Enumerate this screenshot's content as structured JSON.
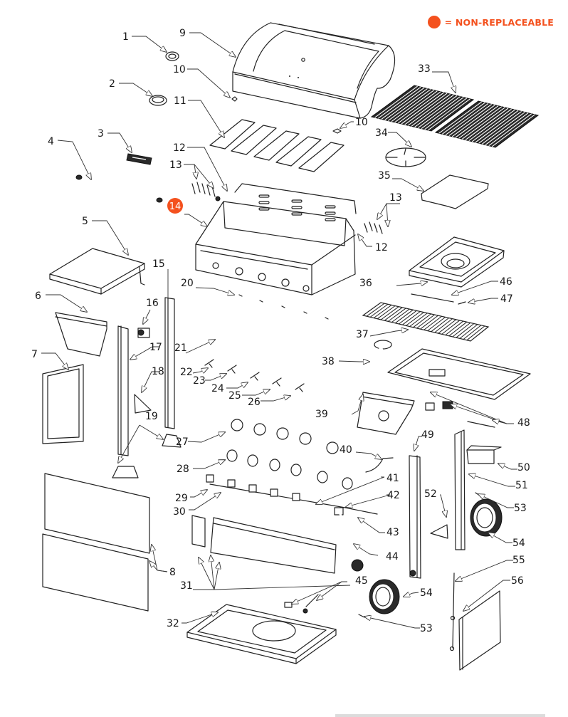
{
  "diagram": {
    "title": "Gas Grill Exploded Parts Diagram",
    "colors": {
      "non_replaceable": "#f4511e",
      "line": "#222222",
      "background": "#ffffff"
    },
    "legend": {
      "marker": "orange-dot-icon",
      "label": "= NON-REPLACEABLE"
    },
    "callouts": [
      {
        "id": "c1",
        "label": "1"
      },
      {
        "id": "c2",
        "label": "2"
      },
      {
        "id": "c3",
        "label": "3"
      },
      {
        "id": "c4",
        "label": "4"
      },
      {
        "id": "c5",
        "label": "5"
      },
      {
        "id": "c6",
        "label": "6"
      },
      {
        "id": "c7",
        "label": "7"
      },
      {
        "id": "c8",
        "label": "8"
      },
      {
        "id": "c9",
        "label": "9"
      },
      {
        "id": "c10a",
        "label": "10"
      },
      {
        "id": "c10b",
        "label": "10"
      },
      {
        "id": "c11",
        "label": "11"
      },
      {
        "id": "c12a",
        "label": "12"
      },
      {
        "id": "c12b",
        "label": "12"
      },
      {
        "id": "c13a",
        "label": "13"
      },
      {
        "id": "c13b",
        "label": "13"
      },
      {
        "id": "c14",
        "label": "14",
        "non_replaceable": true
      },
      {
        "id": "c15",
        "label": "15"
      },
      {
        "id": "c16",
        "label": "16"
      },
      {
        "id": "c17",
        "label": "17"
      },
      {
        "id": "c18",
        "label": "18"
      },
      {
        "id": "c19",
        "label": "19"
      },
      {
        "id": "c20",
        "label": "20"
      },
      {
        "id": "c21",
        "label": "21"
      },
      {
        "id": "c22",
        "label": "22"
      },
      {
        "id": "c23",
        "label": "23"
      },
      {
        "id": "c24",
        "label": "24"
      },
      {
        "id": "c25",
        "label": "25"
      },
      {
        "id": "c26",
        "label": "26"
      },
      {
        "id": "c27",
        "label": "27"
      },
      {
        "id": "c28",
        "label": "28"
      },
      {
        "id": "c29",
        "label": "29"
      },
      {
        "id": "c30",
        "label": "30"
      },
      {
        "id": "c31",
        "label": "31"
      },
      {
        "id": "c32",
        "label": "32"
      },
      {
        "id": "c33",
        "label": "33"
      },
      {
        "id": "c34",
        "label": "34"
      },
      {
        "id": "c35",
        "label": "35"
      },
      {
        "id": "c36",
        "label": "36"
      },
      {
        "id": "c37",
        "label": "37"
      },
      {
        "id": "c38",
        "label": "38"
      },
      {
        "id": "c39",
        "label": "39"
      },
      {
        "id": "c40",
        "label": "40"
      },
      {
        "id": "c41",
        "label": "41"
      },
      {
        "id": "c42",
        "label": "42"
      },
      {
        "id": "c43",
        "label": "43"
      },
      {
        "id": "c44",
        "label": "44"
      },
      {
        "id": "c45",
        "label": "45"
      },
      {
        "id": "c46",
        "label": "46"
      },
      {
        "id": "c47",
        "label": "47"
      },
      {
        "id": "c48",
        "label": "48"
      },
      {
        "id": "c49",
        "label": "49"
      },
      {
        "id": "c50",
        "label": "50"
      },
      {
        "id": "c51",
        "label": "51"
      },
      {
        "id": "c52",
        "label": "52"
      },
      {
        "id": "c53a",
        "label": "53"
      },
      {
        "id": "c53b",
        "label": "53"
      },
      {
        "id": "c54a",
        "label": "54"
      },
      {
        "id": "c54b",
        "label": "54"
      },
      {
        "id": "c55",
        "label": "55"
      },
      {
        "id": "c56",
        "label": "56"
      }
    ],
    "parts": [
      "control-knob-bezel",
      "logo-ring",
      "name-badge",
      "lid-handle",
      "left-side-shelf",
      "left-side-panel-top",
      "left-side-panel",
      "front-doors",
      "lid",
      "lid-bumpers",
      "flame-tamers",
      "screws",
      "bolts",
      "firebox",
      "leg",
      "igniter-module",
      "leg",
      "bracket",
      "bracket",
      "electrode-clips",
      "main-burners",
      "electrodes",
      "electrodes",
      "electrodes",
      "electrodes",
      "electrodes",
      "control-knob-bezels",
      "control-knobs",
      "valves",
      "gas-manifold",
      "control-panel",
      "bottom-shelf",
      "cooking-grates",
      "burner-grate",
      "side-burner-lid",
      "side-burner-housing",
      "warming-rack",
      "side-burner",
      "side-panel-top",
      "side-burner-knob-wire",
      "hose",
      "regulator-valve",
      "regulator",
      "propane-hose",
      "fasteners",
      "rack-pin",
      "rack-clip",
      "grease-tray-rails",
      "leg",
      "grease-cup",
      "leg",
      "bracket",
      "axle",
      "wheels",
      "tank-hook",
      "door-panel"
    ]
  }
}
